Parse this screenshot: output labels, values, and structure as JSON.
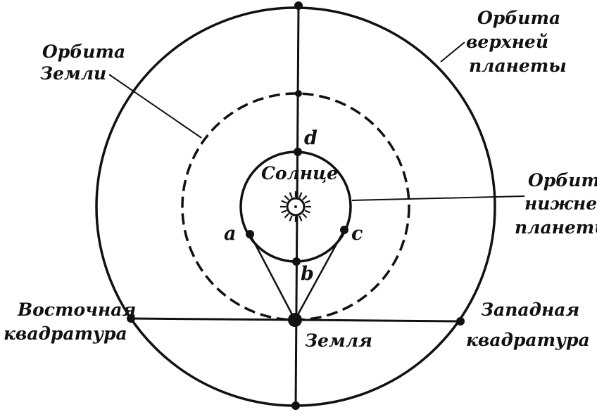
{
  "labels": {
    "earth_orbit": [
      "Орбита",
      "Земли"
    ],
    "outer_orbit": [
      "Орбита",
      "верхней",
      "планеты"
    ],
    "inner_orbit": [
      "Орбита",
      "нижней",
      "планеты"
    ],
    "sun": "Солнце",
    "earth": "Земля",
    "eastern_quadrature": [
      "Восточная",
      "квадратура"
    ],
    "western_quadrature": [
      "Западная",
      "квадратура"
    ],
    "point_a": "a",
    "point_b": "b",
    "point_c": "c",
    "point_d": "d"
  },
  "colors": {
    "ink": "#111111",
    "background": "#ffffff"
  }
}
